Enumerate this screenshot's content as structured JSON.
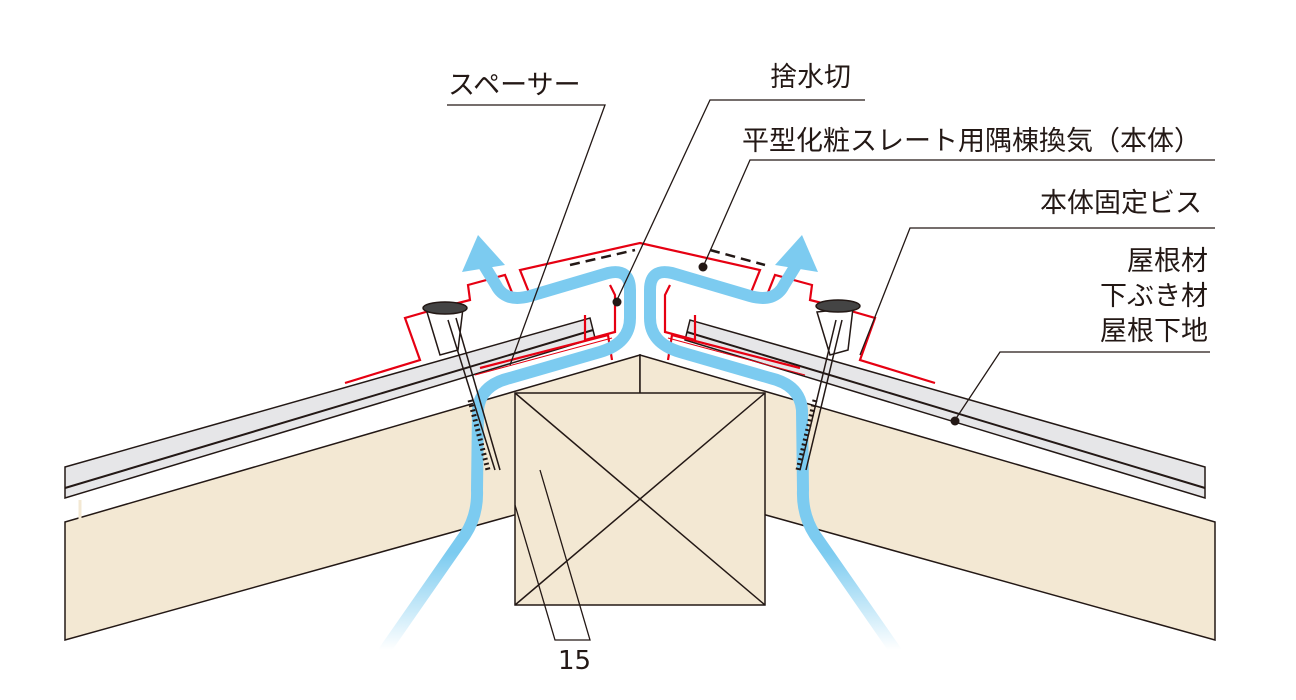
{
  "labels": {
    "spacer": "スペーサー",
    "drip_flashing": "捨水切",
    "ventilator_body": "平型化粧スレート用隅棟換気（本体）",
    "fixing_screw": "本体固定ビス",
    "roofing": "屋根材",
    "underlayment": "下ぶき材",
    "roof_deck": "屋根下地"
  },
  "dimension": "15",
  "colors": {
    "airflow": "#7ccbf0",
    "flashing": "#e60012",
    "wood": "#f3e8d3",
    "slate": "#e6e6e8",
    "line": "#231815"
  }
}
